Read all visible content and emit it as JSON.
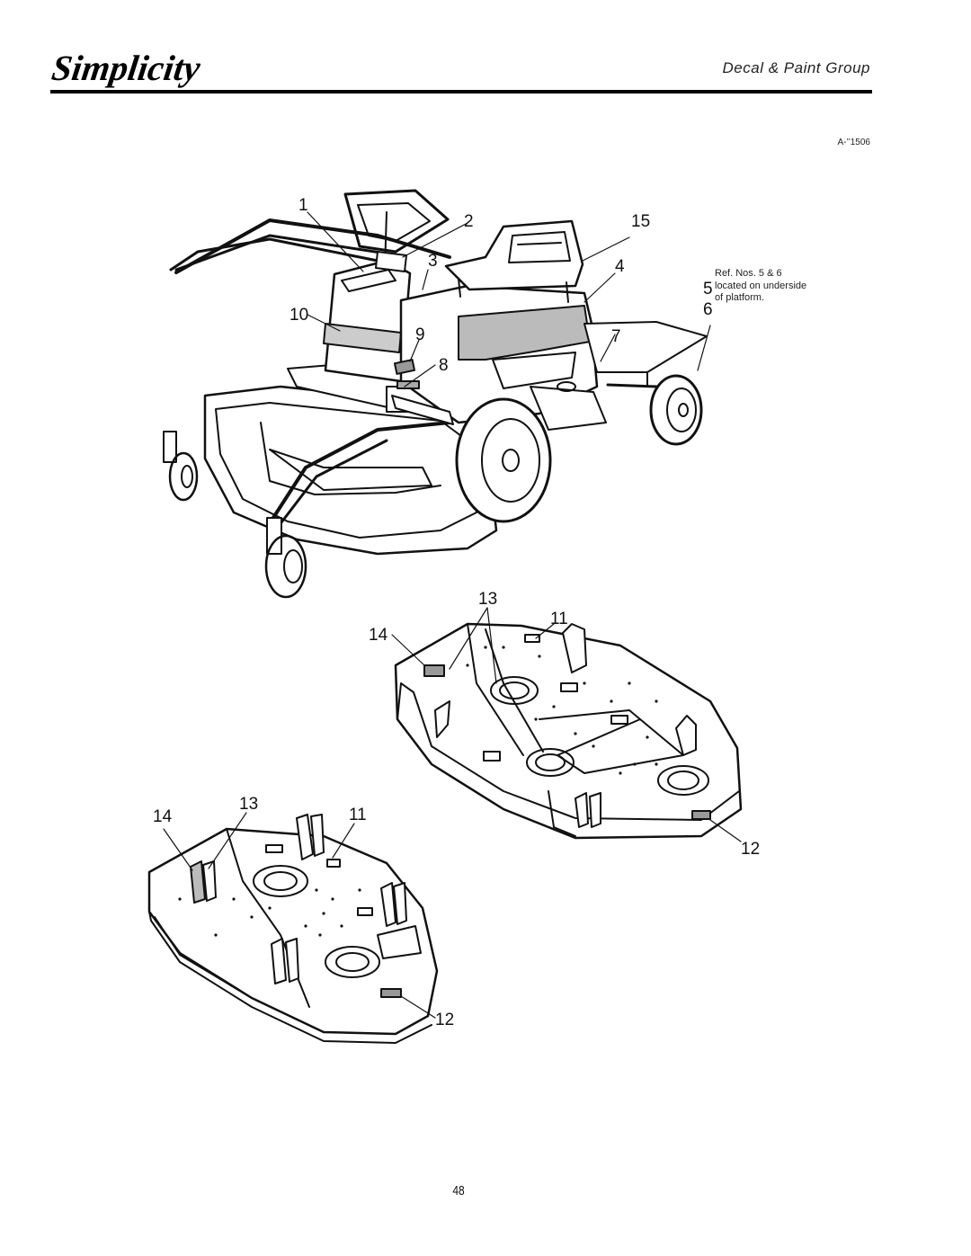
{
  "header": {
    "logo": "Simplicity",
    "section_title": "Decal & Paint Group"
  },
  "figure_code": "A-’’1506",
  "note": {
    "line1": "Ref. Nos. 5 & 6",
    "line2": "located on underside",
    "line3": "of platform."
  },
  "callouts": {
    "c1": "1",
    "c2": "2",
    "c3": "3",
    "c4": "4",
    "c5": "5",
    "c6": "6",
    "c7": "7",
    "c8": "8",
    "c9": "9",
    "c10": "10",
    "c15": "15",
    "deck1_13": "13",
    "deck1_11": "11",
    "deck1_14": "14",
    "deck1_12": "12",
    "deck2_14": "14",
    "deck2_13": "13",
    "deck2_11": "11",
    "deck2_12": "12"
  },
  "page_number": "48"
}
